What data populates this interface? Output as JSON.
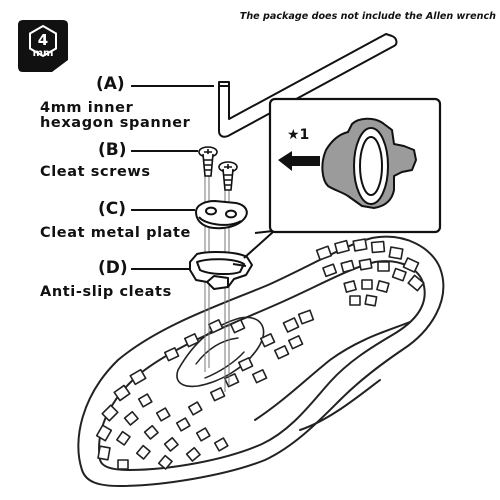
{
  "note": "The package does not include the Allen wrench",
  "badge": {
    "size": "4",
    "unit": "mm"
  },
  "parts": [
    {
      "letter": "(A)",
      "name_line1": "4mm inner",
      "name_line2": "hexagon spanner"
    },
    {
      "letter": "(B)",
      "name": "Cleat screws"
    },
    {
      "letter": "(C)",
      "name": "Cleat metal plate"
    },
    {
      "letter": "(D)",
      "name": "Anti-slip cleats"
    }
  ],
  "callout": {
    "marker": "★1",
    "arrow_icon": "left-arrow-icon"
  },
  "colors": {
    "ink": "#111111",
    "gray_line": "#888888",
    "arrow": "#111111"
  }
}
